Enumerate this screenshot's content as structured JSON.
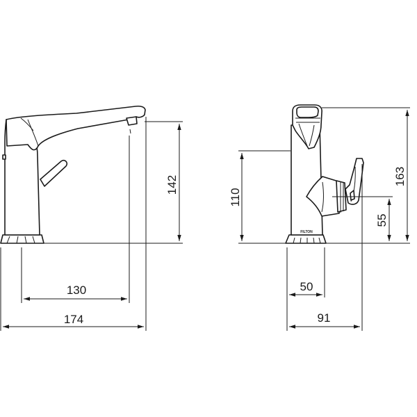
{
  "side_view": {
    "dimensions": {
      "height_to_spout": "142",
      "spout_reach": "130",
      "total_length": "174"
    }
  },
  "front_view": {
    "dimensions": {
      "total_height": "163",
      "body_height": "110",
      "handle_axis_height": "55",
      "base_width": "50",
      "total_width": "91"
    },
    "brand_label": "FILTON"
  },
  "colors": {
    "line": "#1a1a1a",
    "background": "#ffffff"
  }
}
